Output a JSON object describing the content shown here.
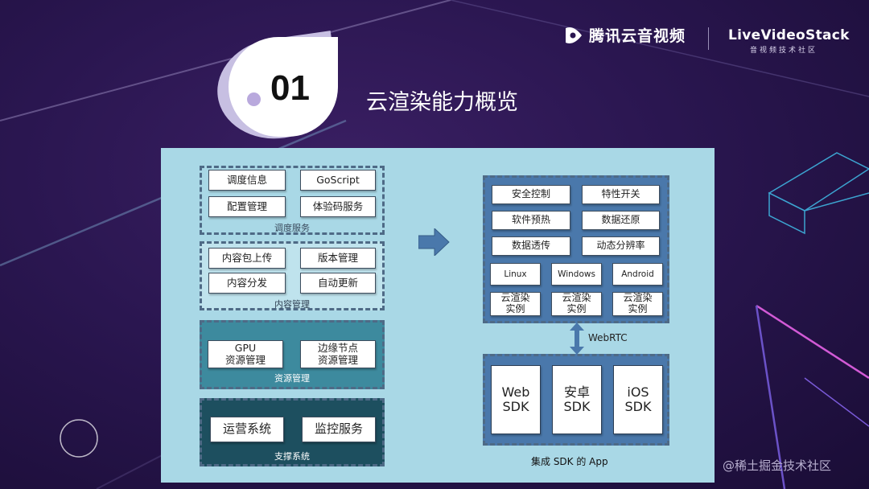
{
  "brand": {
    "tencent": "腾讯云音视频",
    "lvs_name": "LiveVideoStack",
    "lvs_sub": "音视频技术社区"
  },
  "section": {
    "number": "01",
    "title": "云渲染能力概览"
  },
  "left": {
    "scheduling": {
      "label": "调度服务",
      "items": [
        "调度信息",
        "GoScript",
        "配置管理",
        "体验码服务"
      ]
    },
    "content": {
      "label": "内容管理",
      "items": [
        "内容包上传",
        "版本管理",
        "内容分发",
        "自动更新"
      ]
    },
    "resource": {
      "label": "资源管理",
      "items": [
        "GPU\n资源管理",
        "边缘节点\n资源管理"
      ]
    },
    "support": {
      "label": "支撑系统",
      "items": [
        "运营系统",
        "监控服务"
      ]
    }
  },
  "right": {
    "features": [
      "安全控制",
      "特性开关",
      "软件预热",
      "数据还原",
      "数据透传",
      "动态分辨率"
    ],
    "platforms": [
      "Linux",
      "Windows",
      "Android"
    ],
    "instances": [
      "云渲染\n实例",
      "云渲染\n实例",
      "云渲染\n实例"
    ],
    "link": "WebRTC",
    "sdks": [
      "Web\nSDK",
      "安卓\nSDK",
      "iOS\nSDK"
    ],
    "sdk_label": "集成 SDK 的 App"
  },
  "watermark": "@稀土掘金技术社区",
  "colors": {
    "panel": "#a9d8e6",
    "resource": "#3d8a9e",
    "support": "#1d4f5f",
    "cloud": "#4a78ab",
    "arrow": "#4a78ab"
  }
}
